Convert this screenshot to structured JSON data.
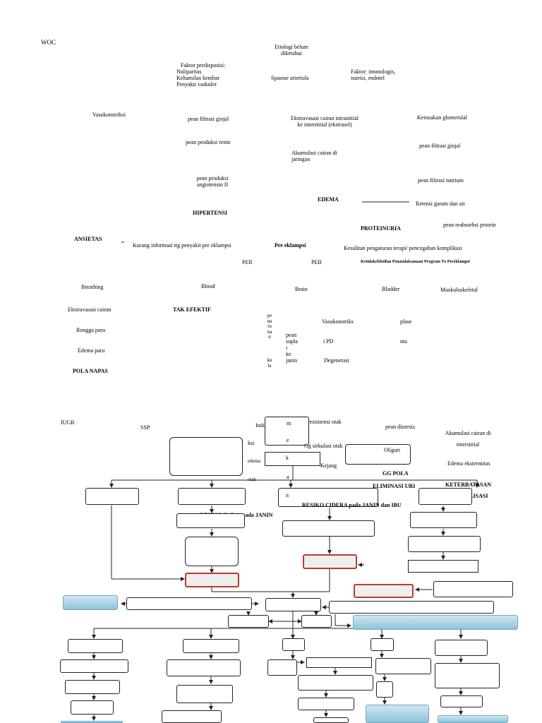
{
  "colors": {
    "red_border": "#c0392b",
    "cyan_fill": "#a6d2e2",
    "line": "#222222"
  },
  "header": {
    "title": "WOC"
  },
  "labels": {
    "etiologi": "Etiologi belum diketahui",
    "faktor_pred_title": "Faktor predisposisi:",
    "faktor_pred_1": "Nuliparitas",
    "faktor_pred_2": "Kehamilan kembar",
    "faktor_pred_3": "Penyakit vaskuler",
    "spasme": "Spasme arteriola",
    "faktor_imun_1": "Faktor: imunologis,",
    "faktor_imun_2": "nutrisi, endotel",
    "vasokonstriksi": "Vasokonstriksi",
    "filtrasi_ginjal_1": "pean filtrasi ginjal",
    "ekstravasasi_1": "Ekstravasasi cairan intrastitial",
    "ekstravasasi_2": "ke interstitial (ekstrasel)",
    "kerusakan": "Kerusakan glomerulal",
    "produksi_renin": "pean produksi renin",
    "filtrasi_ginjal_2": "pean filtrasi ginjal",
    "akumulasi_1": "Akumulasi cairan di",
    "akumulasi_2": "jaringan",
    "angiotensin_1": "pean produksi",
    "angiotensin_2": "angiotensin II",
    "filtrasi_natrium": "pean filtrasi natrium",
    "edema": "EDEMA",
    "retensi": "Retensi garam dan air",
    "hipertensi": "HIPERTENSI",
    "proteinuria": "PROTEINURIA",
    "reabsorbsi": "pean reabsorbsi protein",
    "ansietas": "ANSIETAS",
    "dash": "–",
    "kurang_info": "Kurang informasi ttg penyakit pre eklampsi",
    "pre_eklampsi": "Pre eklampsi",
    "kesulitan": "Kesulitan pengaturan terapi/ pencegahan komplikasi",
    "per": "PER",
    "peb": "PEB",
    "ketidakefektifan": "Ketidakefektifan Penatalaksanaan Program Tx Preeklampsi",
    "breathing": "Breathing",
    "blood": "Blood",
    "brain": "Brain",
    "bladder": "Bladder",
    "muskuloskeletal": "Muskuloskeletal",
    "ekstravasasi_cairan": "Ekstravasasi cairan",
    "tak_efektif": "TAK EFEKTIF",
    "vert_perfusi": "penurunan",
    "vert_kula": "kula",
    "vasokonstriks": "Vasokonstriks",
    "plase": "plase",
    "pean_supla_1": "pean",
    "pean_supla_2": "supla",
    "pean_supla_3": "i",
    "pean_supla_4": "ke",
    "pean_supla_5": "janin",
    "ipd": "i PD",
    "nta": "nta",
    "rongga_paru": "Rongga paru",
    "degenerasi": "Degenerasi",
    "edema_paru": "Edema paru",
    "pola_napas": "POLA NAPAS",
    "iugr": "IUGR",
    "ssp": "SSP",
    "indu": "Indu",
    "m": "m",
    "resisitensi": "resisitensi otak",
    "pean_diuresis": "pean diuresis",
    "akumulasi_int_1": "Akumulasi cairan di",
    "akumulasi_int_2": "interstitial",
    "ksi": "ksi",
    "e": "e",
    "gg_sirkulasi": "Gg sirkulasi otak",
    "oliguri": "Oliguri",
    "edema_small": "edema",
    "k": "k",
    "kejang": "Kejang",
    "edema_ekstremitas": "Edema ekstremitas",
    "otak": "otak",
    "a": "a",
    "gg_pola": "GG POLA",
    "eliminasi": "ELIMINASI URI",
    "keterbatasan": "KETERBATASAN",
    "mobilisasi": "MOBILISASI",
    "n": "n",
    "resiko_cedera_janin": "RESIKO Cedera pada JANIN",
    "resiko_cedera_ibu": "RESIKO CIDERA pada JANIN dan IBU"
  }
}
